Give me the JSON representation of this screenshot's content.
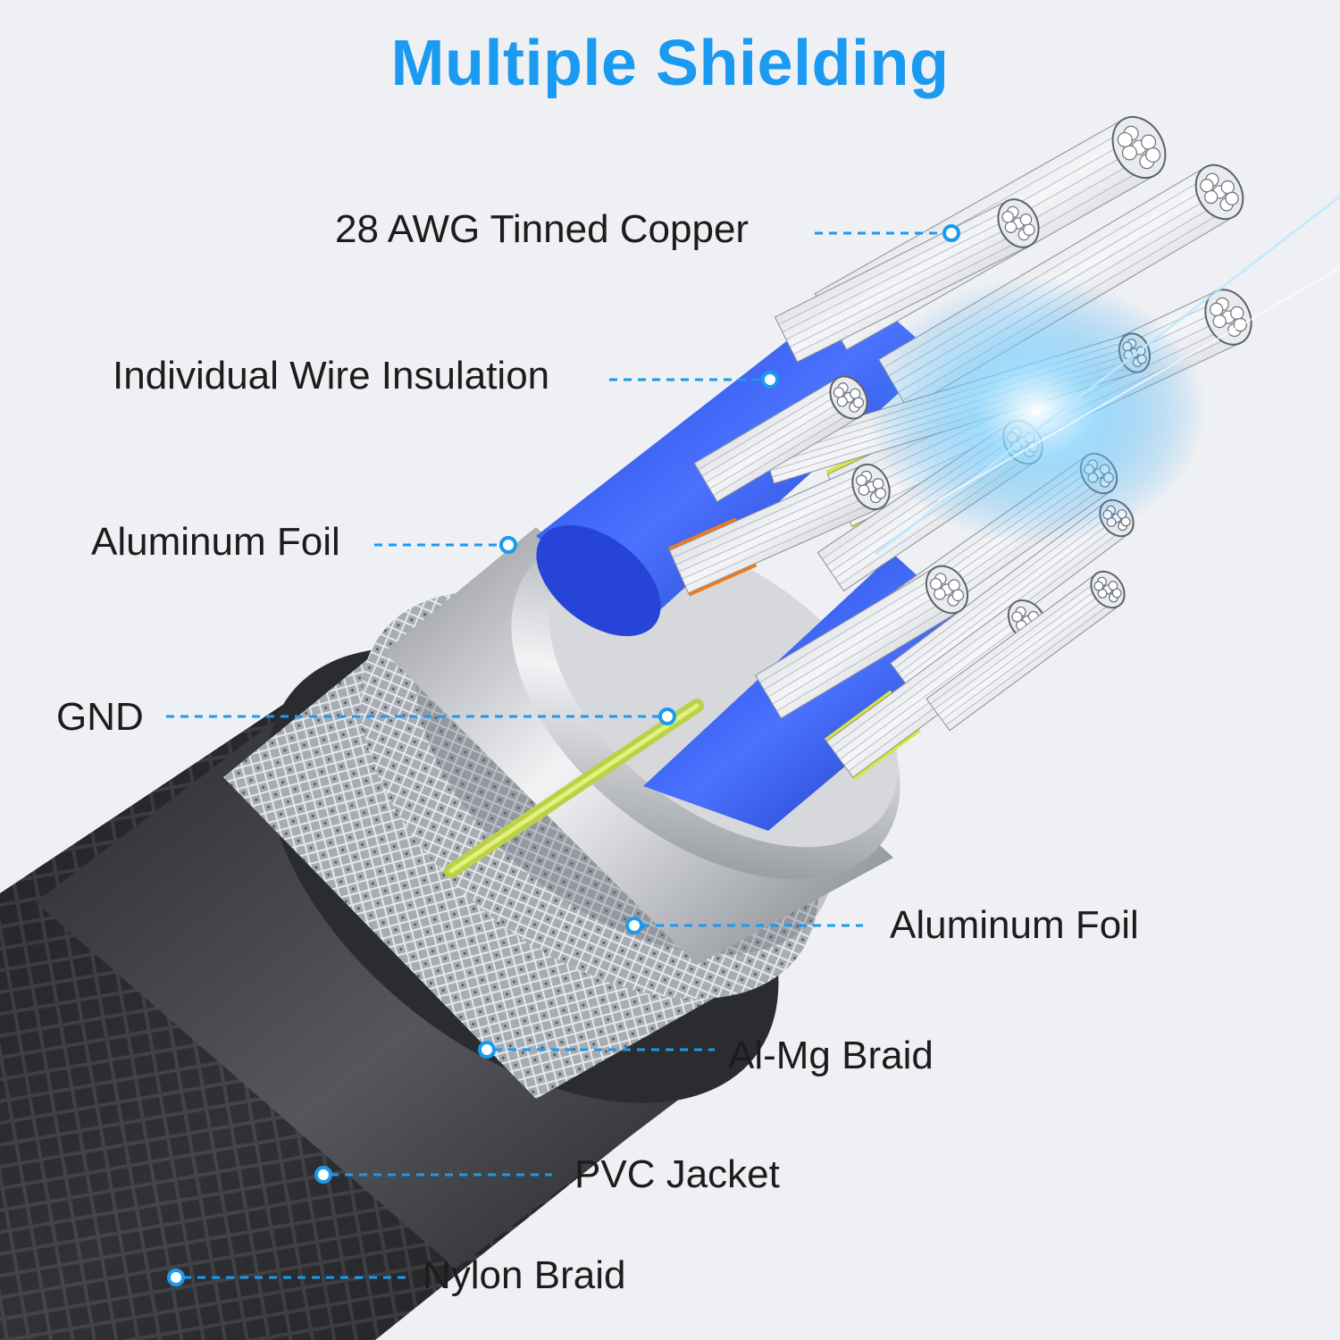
{
  "title": "Multiple Shielding",
  "colors": {
    "accent": "#1a9af0",
    "nylon_braid": "#2b2b2d",
    "pvc_jacket": "#3a3b3e",
    "al_mg_braid": "#b9bcc2",
    "aluminum_foil": "#c9ccd1",
    "wire_insulation_blue": "#2f56e6",
    "wire_insulation_orange": "#f07a1a",
    "wire_insulation_yellow": "#d8e63a",
    "gnd_wire": "#b9d24a",
    "copper_strand": "#d6d9dd"
  },
  "labels": {
    "copper": "28 AWG Tinned Copper",
    "insulation": "Individual Wire Insulation",
    "foil_inner": "Aluminum Foil",
    "gnd": "GND",
    "foil_outer": "Aluminum Foil",
    "braid": "Al-Mg Braid",
    "pvc": "PVC Jacket",
    "nylon": "Nylon Braid"
  }
}
